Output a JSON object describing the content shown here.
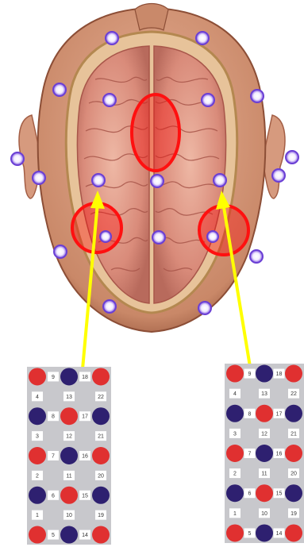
{
  "colors": {
    "skin": "#d69a7e",
    "skin_dark": "#a35e45",
    "brain": "#d98b7a",
    "brain_light": "#ecb4a2",
    "fold_line": "#a8564a",
    "electrode_fill": "#ffffff",
    "electrode_ring": "#7b4fe0",
    "hot_region": "#ff1a1a",
    "arrow": "#ffff00",
    "panel_bg": "#c8c8cc",
    "red_dot": "#e03030",
    "blue_dot": "#2e2070"
  },
  "left_panel": {
    "rows": [
      [
        "9",
        "18"
      ],
      [
        "4",
        "13",
        "22"
      ],
      [
        "8",
        "17"
      ],
      [
        "3",
        "12",
        "21"
      ],
      [
        "7",
        "16"
      ],
      [
        "2",
        "11",
        "20"
      ],
      [
        "6",
        "15"
      ],
      [
        "1",
        "10",
        "19"
      ],
      [
        "5",
        "14"
      ]
    ]
  },
  "right_panel": {
    "rows": [
      [
        "9",
        "18"
      ],
      [
        "4",
        "13",
        "22"
      ],
      [
        "8",
        "17"
      ],
      [
        "3",
        "12",
        "21"
      ],
      [
        "7",
        "16"
      ],
      [
        "2",
        "11",
        "20"
      ],
      [
        "6",
        "15"
      ],
      [
        "1",
        "10",
        "19"
      ],
      [
        "5",
        "14"
      ]
    ]
  }
}
